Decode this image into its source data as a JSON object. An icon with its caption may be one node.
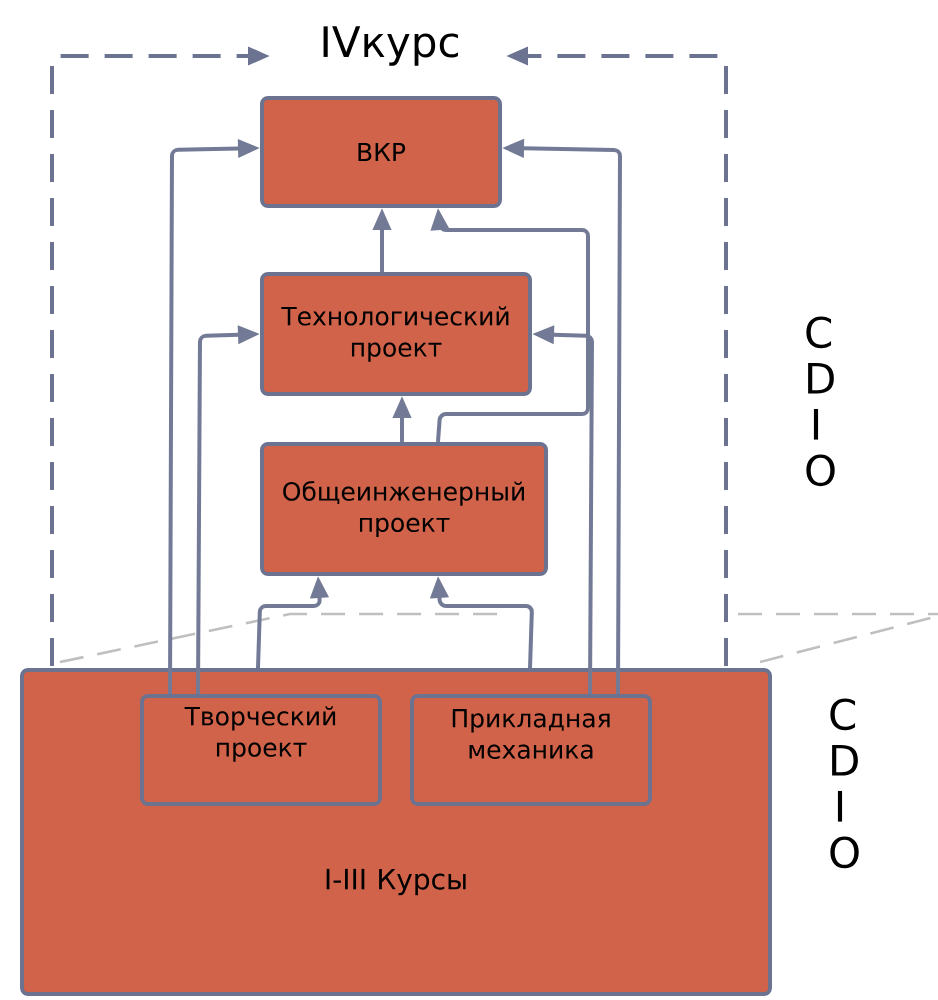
{
  "diagram": {
    "nodes": [
      {
        "text": [
          "IVкурс"
        ],
        "beside": [
          "C D I O"
        ]
      },
      {
        "text": [
          "ВКР"
        ],
        "in": 0
      },
      {
        "text": [
          "Технологический проект"
        ],
        "in": 0
      },
      {
        "text": [
          "Общеинженерный проект"
        ],
        "in": 0
      },
      {
        "text": [
          "I-III Курсы"
        ],
        "beside": [
          "C D I O"
        ]
      },
      {
        "text": [
          "Творческий проект"
        ],
        "in": 4
      },
      {
        "text": [
          "Прикладная механика"
        ],
        "in": 4
      }
    ],
    "edges": [
      {
        "from": 2,
        "to": 1,
        "arrow": "to"
      },
      {
        "from": 3,
        "to": 2,
        "arrow": "to"
      },
      {
        "from": 3,
        "to": 1,
        "arrow": "to"
      },
      {
        "from": 6,
        "to": 2,
        "arrow": "to"
      },
      {
        "from": 6,
        "to": 1,
        "arrow": "to"
      },
      {
        "from": 5,
        "to": 1,
        "arrow": "to"
      },
      {
        "from": 5,
        "to": 2,
        "arrow": "to"
      },
      {
        "from": 4,
        "to": 3,
        "arrow": "to"
      },
      {
        "from": 4,
        "to": 3,
        "arrow": "to"
      }
    ]
  }
}
